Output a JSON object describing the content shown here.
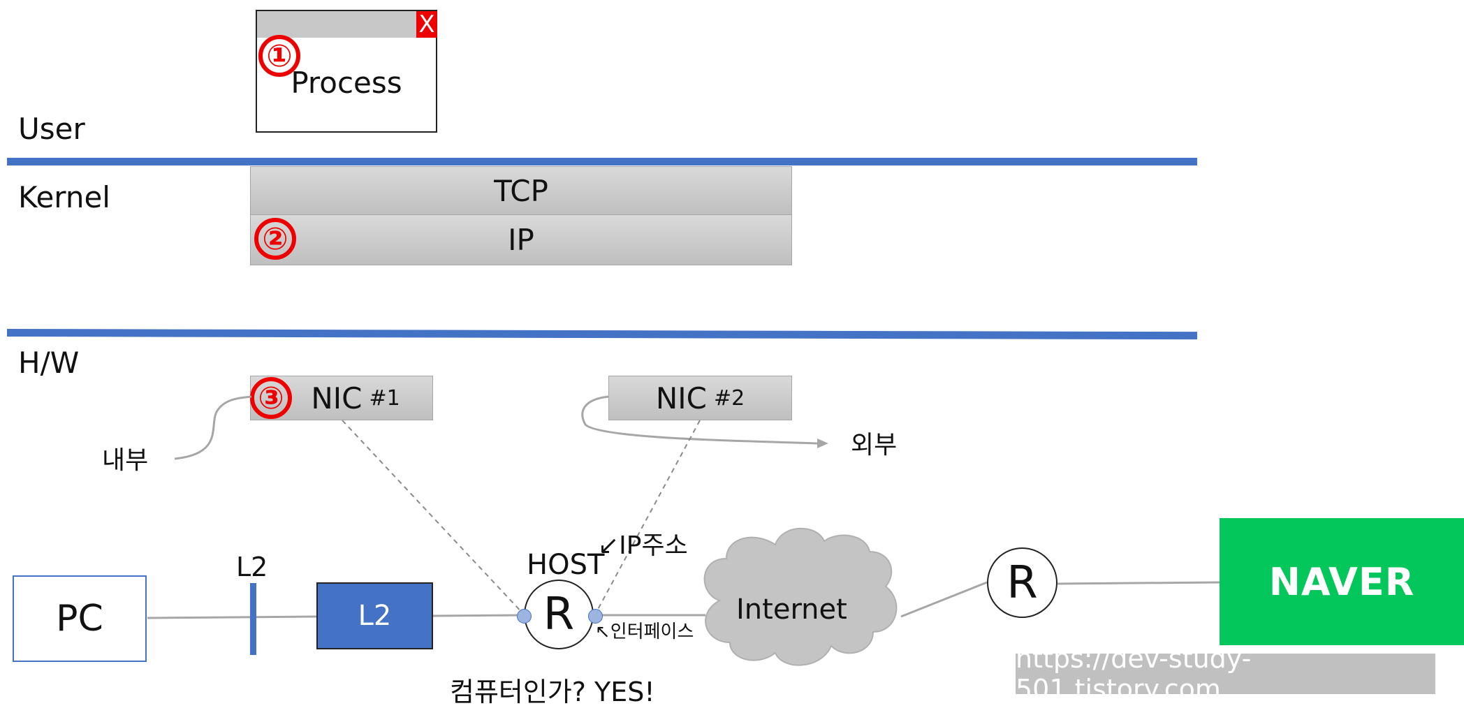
{
  "layers": {
    "user": "User",
    "kernel": "Kernel",
    "hw": "H/W"
  },
  "process": {
    "label": "Process",
    "close": "X",
    "badge": "①"
  },
  "kernel_stack": {
    "tcp": "TCP",
    "ip": "IP",
    "badge": "②"
  },
  "nic1": {
    "label": "NIC",
    "num": "#1",
    "badge": "③"
  },
  "nic2": {
    "label": "NIC",
    "num": "#2"
  },
  "annotations": {
    "internal": "내부",
    "external": "외부",
    "ip_address": "↙IP주소",
    "interface": "↖인터페이스"
  },
  "network": {
    "pc": "PC",
    "l2_switch_label": "L2",
    "l2_box": "L2",
    "host": "HOST",
    "router_host": "R",
    "internet": "Internet",
    "router2": "R",
    "naver": "NAVER",
    "question": "컴퓨터인가? YES!"
  },
  "watermark": "https://dev-study-501.tistory.com",
  "colors": {
    "accent_blue": "#4472c4",
    "naver_green": "#03c75a",
    "badge_red": "#e00000",
    "close_red": "#e00000"
  }
}
